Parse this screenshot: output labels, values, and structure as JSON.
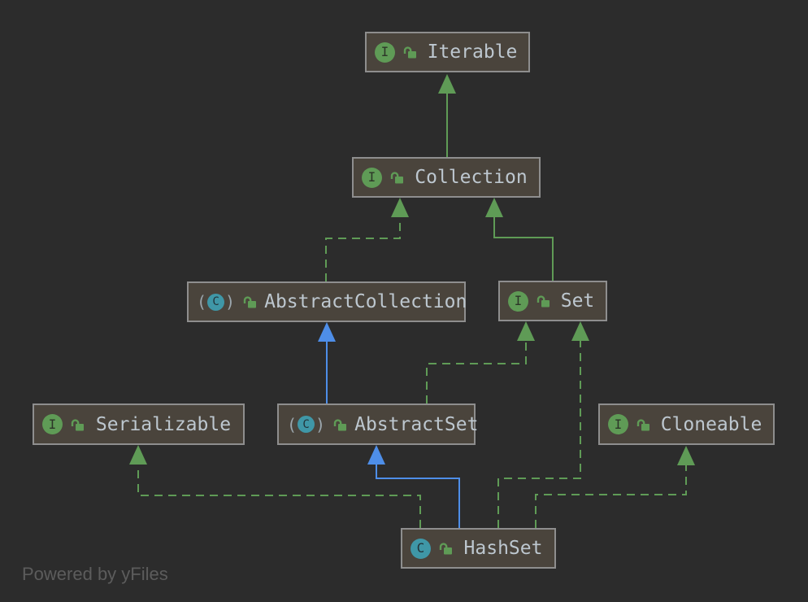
{
  "diagram": {
    "watermark": "Powered by yFiles",
    "icon_letters": {
      "interface": "I",
      "class": "C",
      "paren_open": "(",
      "paren_close": ")"
    },
    "nodes": [
      {
        "id": "iterable",
        "label": "Iterable",
        "kind": "interface"
      },
      {
        "id": "collection",
        "label": "Collection",
        "kind": "interface"
      },
      {
        "id": "abstract-collection",
        "label": "AbstractCollection",
        "kind": "abstract-class"
      },
      {
        "id": "set",
        "label": "Set",
        "kind": "interface"
      },
      {
        "id": "serializable",
        "label": "Serializable",
        "kind": "interface"
      },
      {
        "id": "abstract-set",
        "label": "AbstractSet",
        "kind": "abstract-class"
      },
      {
        "id": "cloneable",
        "label": "Cloneable",
        "kind": "interface"
      },
      {
        "id": "hashset",
        "label": "HashSet",
        "kind": "class"
      }
    ],
    "edges": [
      {
        "from": "Collection",
        "to": "Iterable",
        "relation": "extends",
        "style": "solid-green"
      },
      {
        "from": "AbstractCollection",
        "to": "Collection",
        "relation": "implements",
        "style": "dashed-green"
      },
      {
        "from": "Set",
        "to": "Collection",
        "relation": "extends",
        "style": "solid-green"
      },
      {
        "from": "AbstractSet",
        "to": "AbstractCollection",
        "relation": "extends",
        "style": "solid-blue"
      },
      {
        "from": "AbstractSet",
        "to": "Set",
        "relation": "implements",
        "style": "dashed-green"
      },
      {
        "from": "HashSet",
        "to": "Set",
        "relation": "implements",
        "style": "dashed-green"
      },
      {
        "from": "HashSet",
        "to": "AbstractSet",
        "relation": "extends",
        "style": "solid-blue"
      },
      {
        "from": "HashSet",
        "to": "Serializable",
        "relation": "implements",
        "style": "dashed-green"
      },
      {
        "from": "HashSet",
        "to": "Cloneable",
        "relation": "implements",
        "style": "dashed-green"
      }
    ],
    "colors": {
      "bg": "#2c2c2c",
      "node_fill": "#4a443c",
      "node_border": "#8e8e8e",
      "label": "#bdc7cf",
      "green": "#5f9b56",
      "blue": "#4e8ee8",
      "teal": "#3f97a7",
      "icon_letter": "#2c3528",
      "class_letter": "#223238",
      "paren": "#9ba6ad",
      "watermark": "#5c5c5c"
    }
  }
}
